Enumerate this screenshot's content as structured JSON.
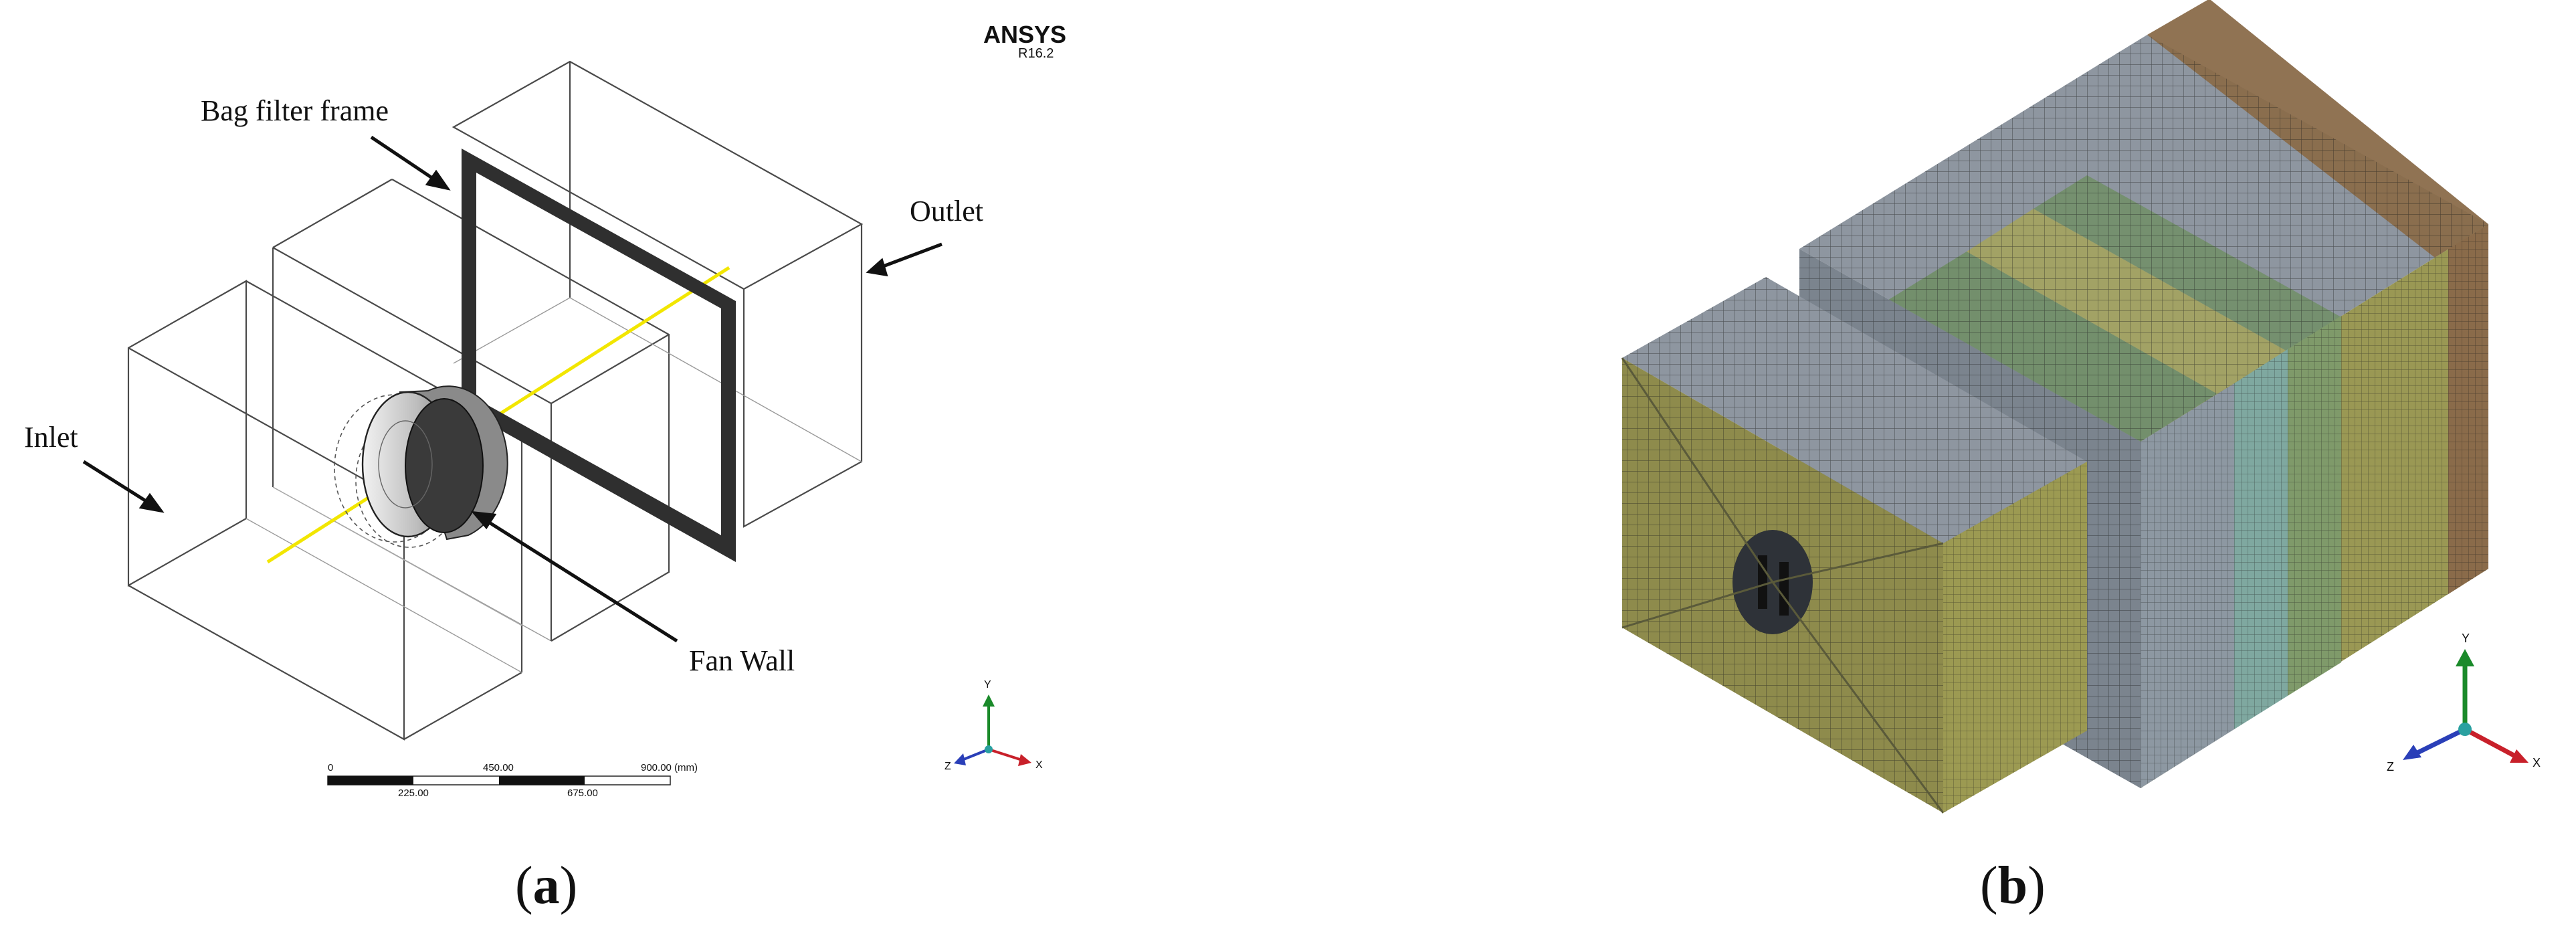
{
  "panel_a": {
    "software": "ANSYS",
    "version": "R16.2",
    "labels": {
      "bag_filter_frame": "Bag filter frame",
      "outlet": "Outlet",
      "inlet": "Inlet",
      "fan_wall": "Fan Wall"
    },
    "scale_bar": {
      "top_ticks": [
        "0",
        "450.00",
        "900.00 (mm)"
      ],
      "bottom_ticks": [
        "225.00",
        "675.00"
      ]
    },
    "axes": {
      "y": "Y",
      "x": "X",
      "z": "Z"
    },
    "caption": {
      "open": "(",
      "letter": "a",
      "close": ")"
    }
  },
  "panel_b": {
    "axes": {
      "y": "Y",
      "x": "X",
      "z": "Z"
    },
    "caption": {
      "open": "(",
      "letter": "b",
      "close": ")"
    }
  },
  "colors": {
    "wireframe": "#333333",
    "fan_axis": "#f2e600",
    "frame": "#333333",
    "mesh_gray": "#8e96a0",
    "mesh_olive": "#9c9a52",
    "mesh_green": "#6f8e63",
    "mesh_brown": "#8a6b4a",
    "axis_y": "#1a8a2a",
    "axis_x": "#c8202a",
    "axis_z": "#2a3fb8"
  }
}
